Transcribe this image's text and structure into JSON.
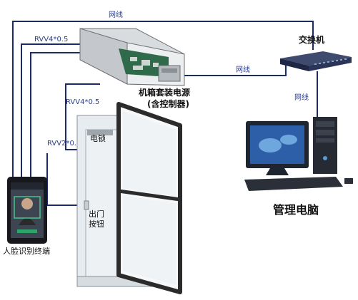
{
  "colors": {
    "wire": "#1b2a6a",
    "net_label": "#2a3d8f",
    "door_frame": "#2b2b2b",
    "panel": "#e6ecef"
  },
  "labels": {
    "net_top": "网线",
    "net_mid": "网线",
    "net_right": "网线",
    "rvv_top": "RVV4*0.5",
    "rvv_mid": "RVV4*0.5",
    "rvv_left": "RVV2*0.5",
    "switch": "交换机",
    "power_box_line1": "机箱套装电源",
    "power_box_line2": "(含控制器)",
    "lock": "电锁",
    "exit_line1": "出门",
    "exit_line2": "按钮",
    "pc": "管理电脑",
    "terminal": "人脸识别终端"
  },
  "icons": {
    "switch": "network-switch-icon",
    "power_box": "controller-box-icon",
    "pc_monitor": "monitor-icon",
    "pc_tower": "tower-pc-icon",
    "keyboard": "keyboard-icon",
    "terminal": "face-terminal-icon",
    "door": "door-icon"
  }
}
